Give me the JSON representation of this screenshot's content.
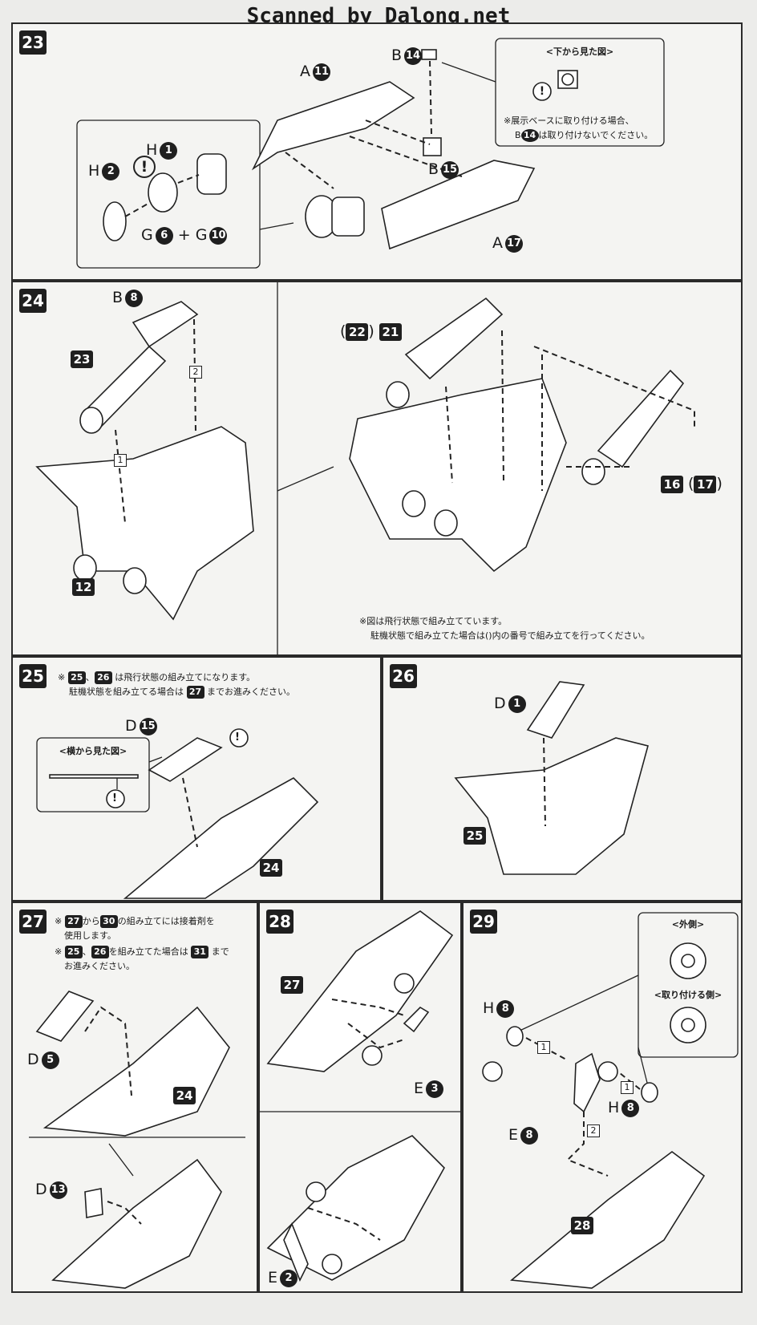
{
  "header": {
    "scanner_credit": "Scanned by Dalong.net"
  },
  "step23": {
    "number": "23",
    "labels": {
      "a11": "A",
      "b14": "B",
      "b15": "B",
      "a17": "A",
      "h1": "H",
      "h2": "H",
      "g6": "G",
      "g10": "G",
      "plus": "+"
    },
    "circles": {
      "a11": "11",
      "b14": "14",
      "b15": "15",
      "a17": "17",
      "h1": "1",
      "h2": "2",
      "g6": "6",
      "g10": "10"
    },
    "caution": "!",
    "bottom_view_title": "<下から見た図>",
    "note_line1": "※展示ベースに取り付ける場合、",
    "note_line2_pre": "B",
    "note_line2_circle": "14",
    "note_line2_post": "は取り付けないでください。"
  },
  "step24": {
    "number": "24",
    "labels": {
      "b8": "B",
      "p23": "23",
      "p12": "12",
      "p22": "22",
      "p21": "21",
      "p16": "16",
      "p17": "17",
      "lp1": "(",
      "rp1": ")",
      "lp2": "(",
      "rp2": ")"
    },
    "circles": {
      "b8": "8"
    },
    "order1": "1",
    "order2": "2",
    "note_line1": "※図は飛行状態で組み立てています。",
    "note_line2": "駐機状態で組み立てた場合は()内の番号で組み立てを行ってください。"
  },
  "step25": {
    "number": "25",
    "note1_pre": "※",
    "note1_sq1": "25",
    "note1_mid": "、",
    "note1_sq2": "26",
    "note1_post": "は飛行状態の組み立てになります。",
    "note2_pre": "駐機状態を組み立てる場合は",
    "note2_sq": "27",
    "note2_post": "までお進みください。",
    "labels": {
      "d15": "D",
      "p24": "24"
    },
    "circles": {
      "d15": "15"
    },
    "side_view_title": "<横から見た図>",
    "caution": "!"
  },
  "step26": {
    "number": "26",
    "labels": {
      "d1": "D",
      "p25": "25"
    },
    "circles": {
      "d1": "1"
    }
  },
  "step27": {
    "number": "27",
    "note1_pre": "※",
    "note1_sq1": "27",
    "note1_mid": "から",
    "note1_sq2": "30",
    "note1_post": "の組み立てには接着剤を",
    "note1_cont": "使用します。",
    "note2_pre": "※",
    "note2_sq1": "25",
    "note2_mid": "、",
    "note2_sq2": "26",
    "note2_post1": "を組み立てた場合は",
    "note2_sq3": "31",
    "note2_post2": "まで",
    "note2_cont": "お進みください。",
    "labels": {
      "d5": "D",
      "d13": "D",
      "p24": "24"
    },
    "circles": {
      "d5": "5",
      "d13": "13"
    }
  },
  "step28": {
    "number": "28",
    "labels": {
      "p27": "27",
      "e3": "E",
      "e2": "E"
    },
    "circles": {
      "e3": "3",
      "e2": "2"
    }
  },
  "step29": {
    "number": "29",
    "outer_title": "<外側>",
    "attach_title": "<取り付ける側>",
    "labels": {
      "h8a": "H",
      "h8b": "H",
      "e8": "E",
      "p28": "28"
    },
    "circles": {
      "h8a": "8",
      "h8b": "8",
      "e8": "8"
    },
    "order1a": "1",
    "order1b": "1",
    "order2": "2"
  }
}
